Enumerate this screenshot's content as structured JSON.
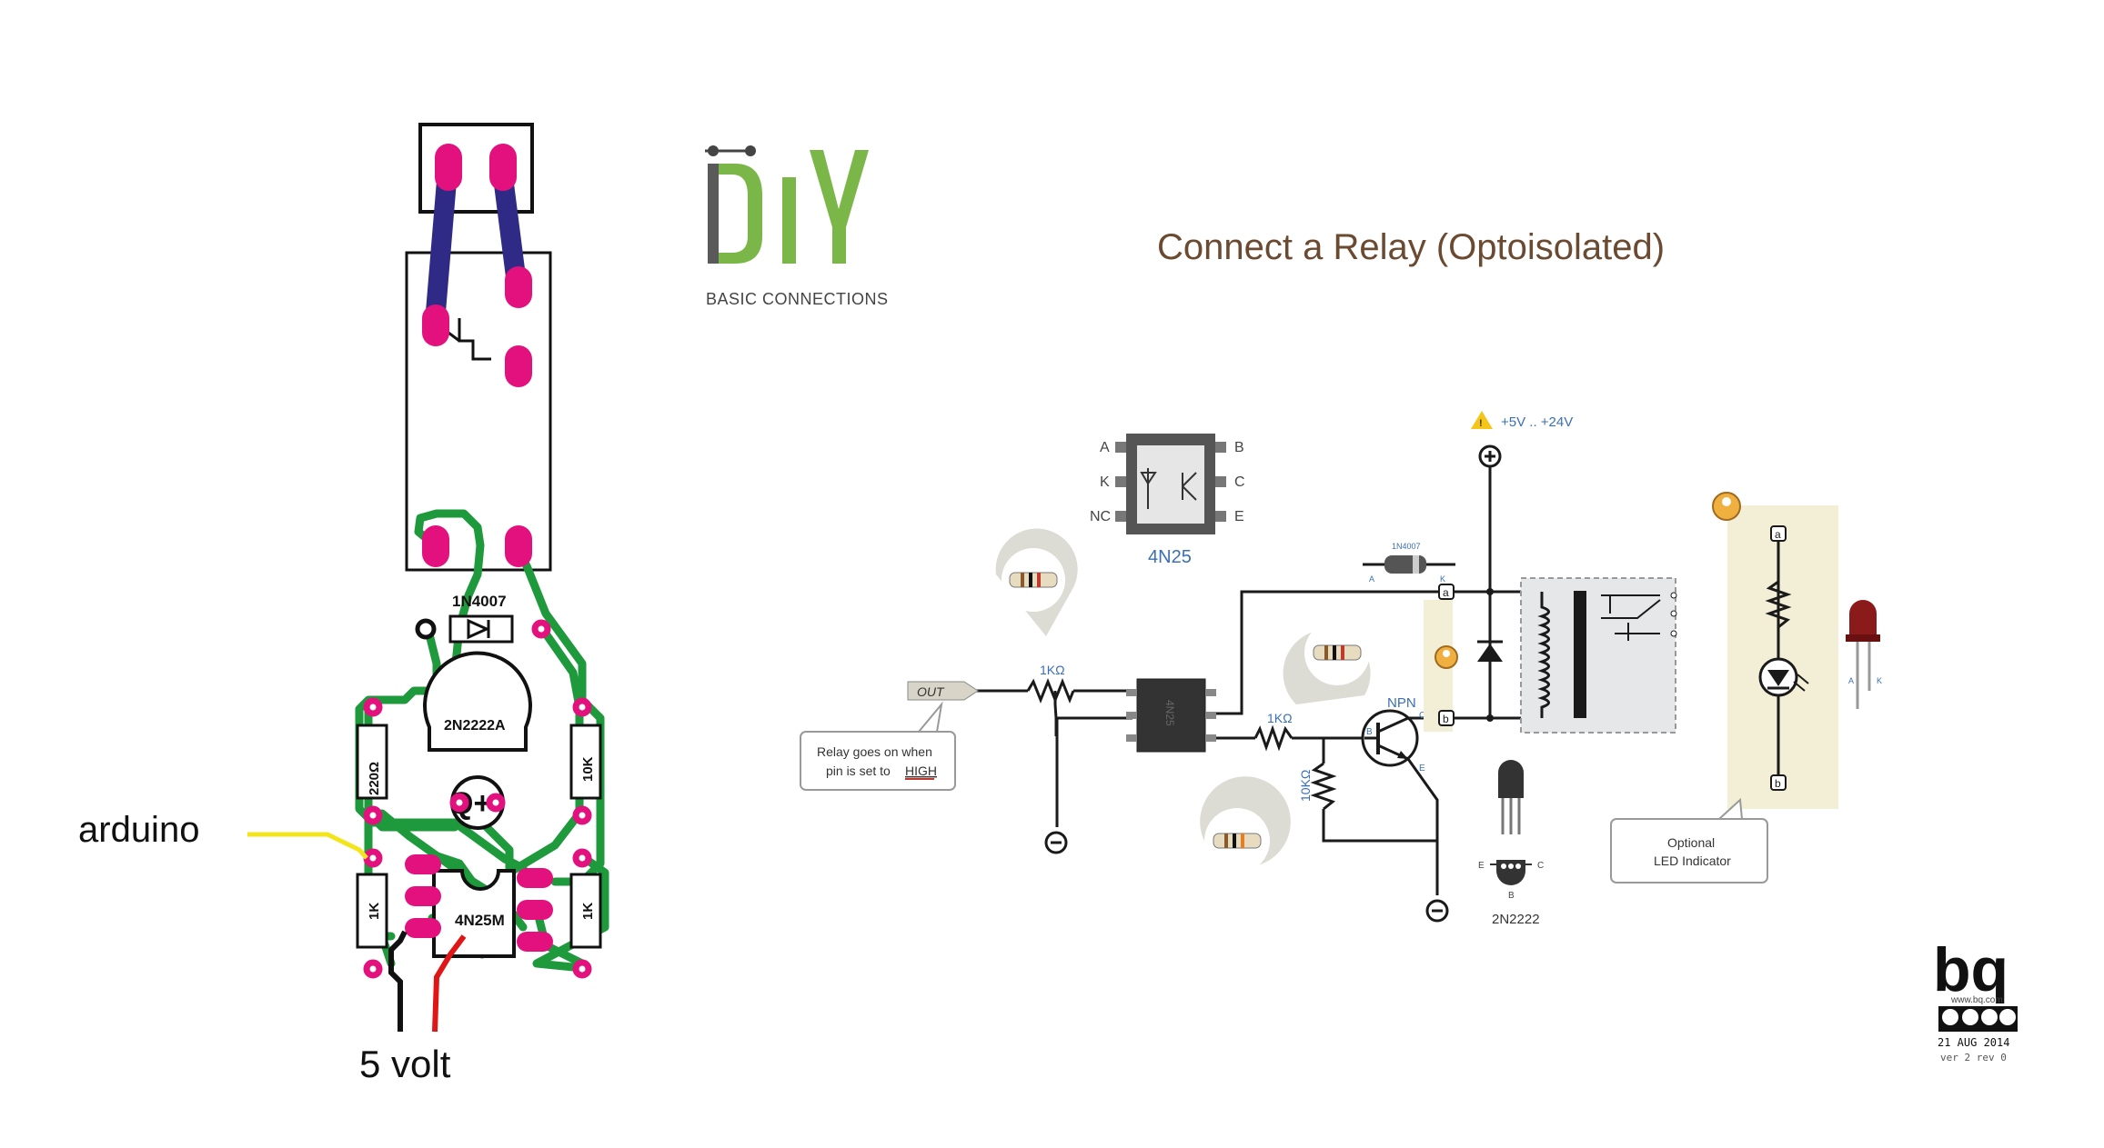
{
  "brand": {
    "diy_text": "DIY",
    "subtitle": "BASIC CONNECTIONS"
  },
  "title": "Connect a Relay (Optoisolated)",
  "pcb": {
    "arduino_label": "arduino",
    "volt_label": "5 volt",
    "diode_label": "1N4007",
    "transistor_label": "2N2222A",
    "r220_label": "220Ω",
    "r10k_label": "10K",
    "r1k_left_label": "1K",
    "r1k_right_label": "1K",
    "opto_label": "4N25M",
    "colors": {
      "track": "#1e9a3c",
      "pad": "#e2117e",
      "jumper": "#2e2a86",
      "arduino_wire": "#f2e51b",
      "gnd_wire": "#111111",
      "vcc_wire": "#e01515"
    }
  },
  "schematic": {
    "opto_pins_left": [
      "A",
      "K",
      "NC"
    ],
    "opto_pins_right": [
      "B",
      "C",
      "E"
    ],
    "opto_name": "4N25",
    "opto_chip_mark": "4N25",
    "supply_label": "+5V .. +24V",
    "diode_small_label": "1N4007",
    "diode_pin_a": "A",
    "diode_pin_k": "K",
    "node_a": "a",
    "node_b": "b",
    "r1k_input_label": "1KΩ",
    "r1k_base_label": "1KΩ",
    "r10k_label": "10KΩ",
    "npn_label": "NPN",
    "npn_b": "B",
    "npn_c": "C",
    "npn_e": "E",
    "out_label": "OUT",
    "note_line1": "Relay goes on when",
    "note_line2": "pin is set to",
    "note_high": "HIGH",
    "transistor_part": "2N2222",
    "to92_pins": [
      "E",
      "B",
      "C"
    ],
    "led_note_line1": "Optional",
    "led_note_line2": "LED Indicator",
    "led_node_a": "a",
    "led_node_b": "b",
    "led_pin_a": "A",
    "led_pin_k": "K",
    "colors": {
      "wire": "#1a1a1a",
      "accent_blue": "#3b6fb5",
      "title_brown": "#6b4a32",
      "panel": "#f3efd6",
      "relay_bg": "#e6e7e9"
    }
  },
  "logo": {
    "brand": "bq",
    "site": "www.bq.com",
    "date": "21 AUG 2014",
    "version": "ver 2 rev 0"
  }
}
